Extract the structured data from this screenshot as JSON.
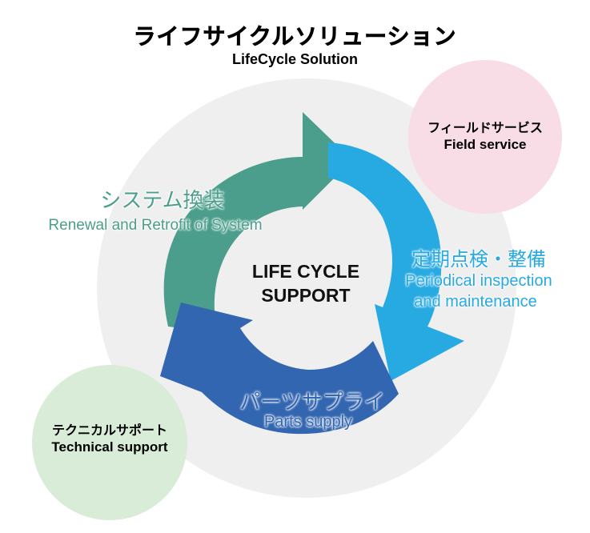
{
  "header": {
    "title_jp": "ライフサイクルソリューション",
    "title_en": "LifeCycle Solution"
  },
  "center": {
    "line1": "LIFE CYCLE",
    "line2": "SUPPORT"
  },
  "segments": {
    "renewal": {
      "jp": "システム換装",
      "en": "Renewal and Retrofit of System",
      "color": "#4b9e8c"
    },
    "inspection": {
      "jp": "定期点検・整備",
      "en_line1": "Periodical inspection",
      "en_line2": "and maintenance",
      "color": "#27a9e1"
    },
    "parts": {
      "jp": "パーツサプライ",
      "en": "Parts supply",
      "color": "#3366b0"
    }
  },
  "bubbles": {
    "field_service": {
      "jp": "フィールドサービス",
      "en": "Field service",
      "color": "#f8dce6"
    },
    "technical_support": {
      "jp": "テクニカルサポート",
      "en": "Technical support",
      "color": "#d9ecd7"
    }
  },
  "colors": {
    "background_circle": "#efefef",
    "title_stroke": "#ffffff"
  }
}
